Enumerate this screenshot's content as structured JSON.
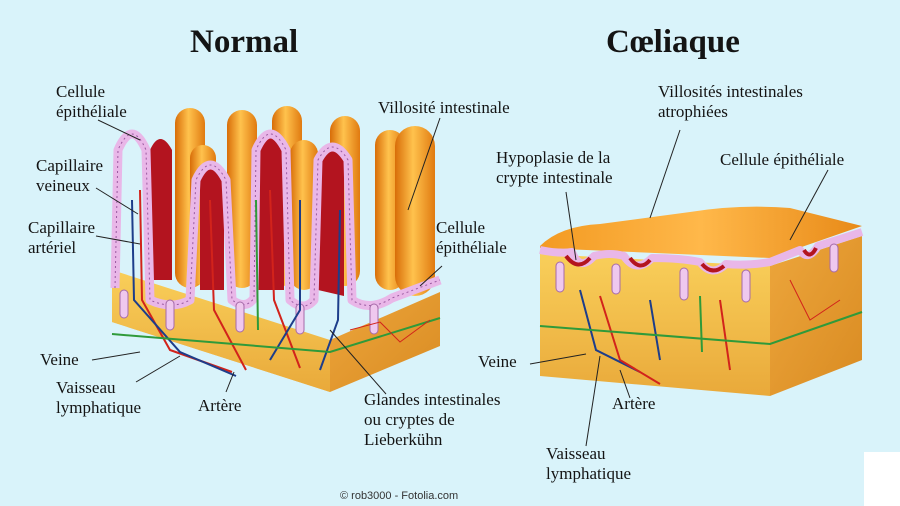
{
  "titles": {
    "normal": "Normal",
    "celiac": "Cœliaque"
  },
  "normal_labels": {
    "cellule_epitheliale": [
      "Cellule",
      "épithéliale"
    ],
    "capillaire_veineux": [
      "Capillaire",
      "veineux"
    ],
    "capillaire_arteriel": [
      "Capillaire",
      "artériel"
    ],
    "villosite": "Villosité intestinale",
    "cellule_epitheliale_right": [
      "Cellule",
      "épithéliale"
    ],
    "veine": "Veine",
    "vaisseau_lymphatique": [
      "Vaisseau",
      "lymphatique"
    ],
    "artere": "Artère",
    "glandes": [
      "Glandes intestinales",
      "ou cryptes de",
      "Lieberkühn"
    ]
  },
  "celiac_labels": {
    "villosites_atrophiees": [
      "Villosités intestinales",
      "atrophiées"
    ],
    "hypoplasie": [
      "Hypoplasie de la",
      "crypte intestinale"
    ],
    "cellule_epitheliale": "Cellule épithéliale",
    "veine": "Veine",
    "artere": "Artère",
    "vaisseau_lymphatique": [
      "Vaisseau",
      "lymphatique"
    ]
  },
  "credit": "© rob3000 - Fotolia.com",
  "colors": {
    "background": "#d9f3fa",
    "tissue_top": "#f2c24a",
    "tissue_side": "#e6a52f",
    "villus": "#f39a1e",
    "villus_highlight": "#ffd067",
    "epithelium": "#e8b6e6",
    "lumen": "#b3141f",
    "artery": "#d2231b",
    "vein": "#1d3d8a",
    "lymph": "#2f9a3a"
  }
}
